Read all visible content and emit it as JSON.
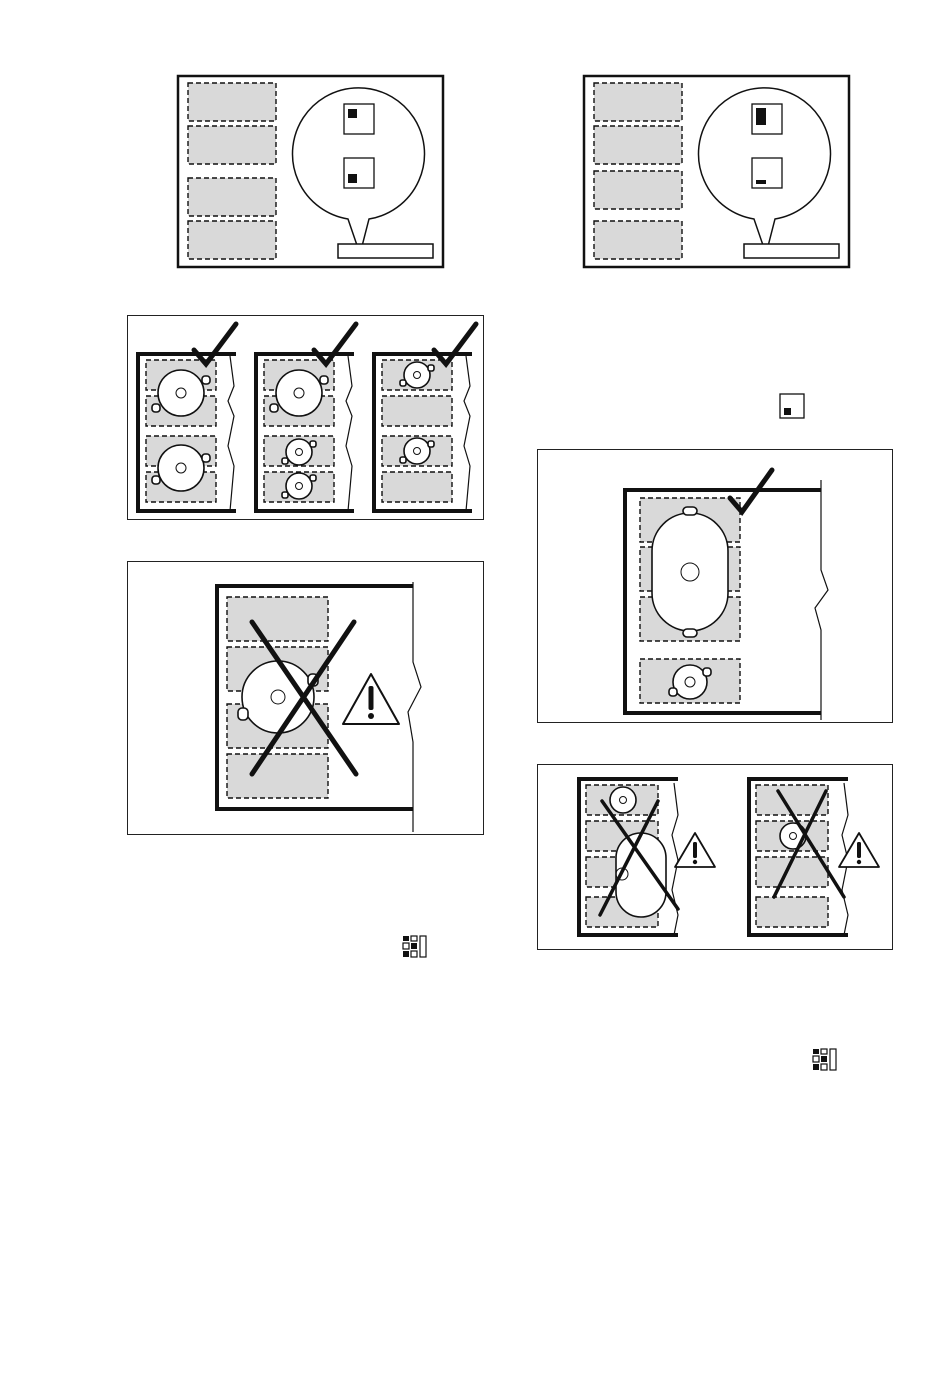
{
  "page": {
    "figures": [
      {
        "id": "display-left",
        "kind": "control-panel-display",
        "zones": 4,
        "indicator_top": "small-square",
        "indicator_bottom": "small-square"
      },
      {
        "id": "display-right",
        "kind": "control-panel-display",
        "zones": 4,
        "indicator_top": "tall-bar",
        "indicator_bottom": "low-bar"
      },
      {
        "id": "cookware-correct-examples",
        "kind": "illustration",
        "status": "correct",
        "panels": 3
      },
      {
        "id": "fish-pan-correct",
        "kind": "illustration",
        "status": "correct"
      },
      {
        "id": "large-pan-wrong",
        "kind": "illustration",
        "status": "wrong",
        "warning": true
      },
      {
        "id": "misplaced-pans-wrong",
        "kind": "illustration",
        "status": "wrong",
        "panels": 2,
        "warning": true
      }
    ],
    "icons": {
      "bridge_symbol_small": "bridge-indicator-icon",
      "zone_grid_symbol": "zone-grid-icon",
      "checkmark": "checkmark-icon",
      "warning": "warning-triangle-icon"
    },
    "colors": {
      "zone_fill": "#d9d9d9",
      "line": "#111111",
      "background": "#ffffff"
    }
  }
}
